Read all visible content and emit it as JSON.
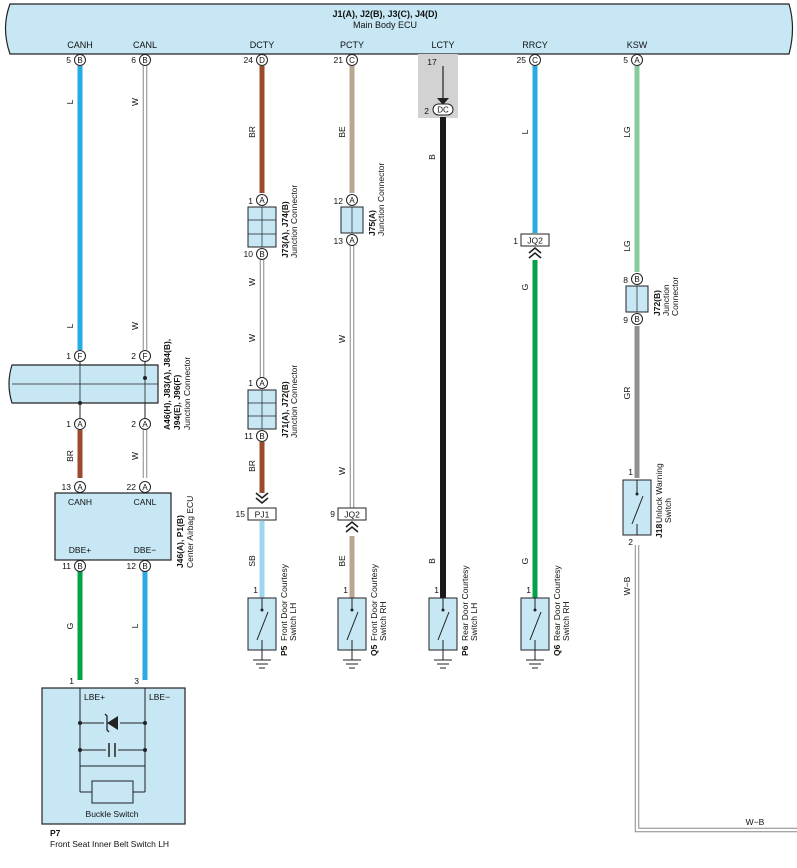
{
  "ecu": {
    "title": "J1(A), J2(B), J3(C), J4(D)",
    "name": "Main Body ECU"
  },
  "signals": {
    "canh": {
      "label": "CANH",
      "pin": "5",
      "conn": "B",
      "wire": "L"
    },
    "canl": {
      "label": "CANL",
      "pin": "6",
      "conn": "B",
      "wire": "W"
    },
    "dcty": {
      "label": "DCTY",
      "pin": "24",
      "conn": "D",
      "wire": "BR"
    },
    "pcty": {
      "label": "PCTY",
      "pin": "21",
      "conn": "C",
      "wire": "BE"
    },
    "lcty": {
      "label": "LCTY",
      "pin": "17",
      "pin2": "2",
      "conn": "DC",
      "wire": "B"
    },
    "rrcy": {
      "label": "RRCY",
      "pin": "25",
      "conn": "C",
      "wire": "L"
    },
    "ksw": {
      "label": "KSW",
      "pin": "5",
      "conn": "A",
      "wire": "LG"
    }
  },
  "jc_big": {
    "title": "A46(H), J83(A), J84(B),",
    "title2": "J94(E), J96(F)",
    "name": "Junction Connector",
    "pin_top_h": "1",
    "conn_top_h": "F",
    "pin_top_l": "2",
    "conn_top_l": "F",
    "pin_bot_h": "1",
    "conn_bot_h": "A",
    "pin_bot_l": "2",
    "conn_bot_l": "A",
    "wire_top_h": "L",
    "wire_top_l": "W",
    "wire_bot_h": "BR",
    "wire_bot_l": "W"
  },
  "airbag": {
    "title": "J46(A), P1(B)",
    "name": "Center Airbag ECU",
    "canh": "CANH",
    "canl": "CANL",
    "dbep": "DBE+",
    "dben": "DBE−",
    "pin_canh": "13",
    "conn_canh": "A",
    "pin_canl": "22",
    "conn_canl": "A",
    "pin_dbep": "11",
    "conn_dbep": "B",
    "pin_dben": "12",
    "conn_dben": "B",
    "wire_dbep": "G",
    "wire_dben": "L"
  },
  "j73": {
    "title": "J73(A), J74(B)",
    "name": "Junction Connector",
    "pin_top": "1",
    "conn_top": "A",
    "pin_bot": "10",
    "conn_bot": "B",
    "wire_below": "W"
  },
  "j71": {
    "title": "J71(A), J72(B)",
    "name": "Junction Connector",
    "pin_top": "1",
    "conn_top": "A",
    "pin_bot": "11",
    "conn_bot": "B",
    "wire_above": "W",
    "wire_below": "BR"
  },
  "j75": {
    "title": "J75(A)",
    "name": "Junction Connector",
    "pin_top": "12",
    "conn_top": "A",
    "pin_bot": "13",
    "conn_bot": "A",
    "wire_below": "W"
  },
  "j72": {
    "title": "J72(B)",
    "name": "Junction",
    "name2": "Connector",
    "pin_top": "8",
    "conn_top": "B",
    "pin_bot": "9",
    "conn_bot": "B",
    "wire_below": "GR"
  },
  "jq2_right": {
    "pin": "1",
    "name": "JQ2",
    "wire_below": "G"
  },
  "jq2_mid": {
    "pin": "9",
    "name": "JQ2",
    "wire_below": "BE"
  },
  "pj1": {
    "pin": "15",
    "name": "PJ1",
    "wire_below": "SB"
  },
  "p5": {
    "code": "P5",
    "name": "Front Door Courtesy",
    "name2": "Switch LH",
    "pin": "1"
  },
  "q5": {
    "code": "Q5",
    "name": "Front Door Courtesy",
    "name2": "Switch RH",
    "pin": "1"
  },
  "p6": {
    "code": "P6",
    "name": "Rear Door Courtesy",
    "name2": "Switch LH",
    "pin": "1",
    "wire_above": "B"
  },
  "q6": {
    "code": "Q6",
    "name": "Rear Door Courtesy",
    "name2": "Switch RH",
    "pin": "1",
    "wire_above": "G"
  },
  "j18": {
    "code": "J18",
    "name": "Unlock Warning",
    "name2": "Switch",
    "pin_top": "1",
    "pin_bot": "2",
    "wire_below": "W−B",
    "wire_end": "W−B"
  },
  "p7": {
    "code": "P7",
    "name": "Front Seat Inner Belt Switch LH",
    "lbep": "LBE+",
    "lben": "LBE−",
    "pin_p": "1",
    "pin_n": "3",
    "buckle": "Buckle Switch"
  },
  "colors": {
    "panel": "#c7e7f5",
    "L": "#29aae2",
    "W": "#ffffff",
    "BR": "#9b4a2b",
    "BE": "#b9a78f",
    "B": "#1a1a1a",
    "LG": "#84cc9c",
    "G": "#06a14b",
    "GR": "#909092",
    "SB": "#9fd6ef"
  }
}
